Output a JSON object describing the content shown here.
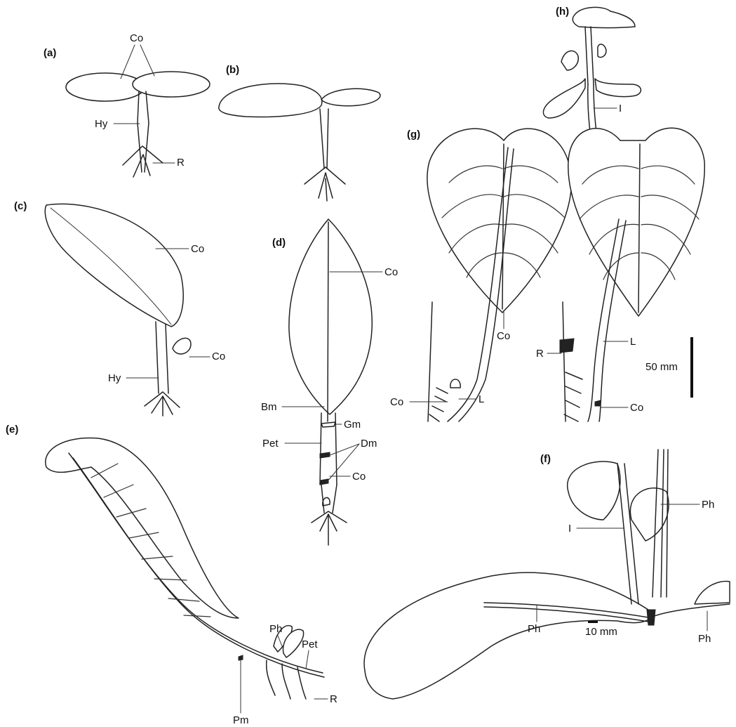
{
  "panels": {
    "a": {
      "tag": "(a)",
      "labels": {
        "co": "Co",
        "hy": "Hy",
        "r": "R"
      }
    },
    "b": {
      "tag": "(b)"
    },
    "c": {
      "tag": "(c)",
      "labels": {
        "co_top": "Co",
        "co_small": "Co",
        "hy": "Hy"
      }
    },
    "d": {
      "tag": "(d)",
      "labels": {
        "co_top": "Co",
        "bm": "Bm",
        "gm": "Gm",
        "pet": "Pet",
        "dm": "Dm",
        "co_bottom": "Co"
      }
    },
    "e": {
      "tag": "(e)",
      "labels": {
        "ph": "Ph",
        "pet": "Pet",
        "pm": "Pm",
        "r": "R"
      }
    },
    "f": {
      "tag": "(f)",
      "labels": {
        "i": "I",
        "ph_top": "Ph",
        "ph_left": "Ph",
        "ph_right": "Ph"
      },
      "scale": "10 mm"
    },
    "g": {
      "tag": "(g)",
      "labels": {
        "co_leaf": "Co",
        "co_low": "Co",
        "l": "L"
      }
    },
    "h": {
      "tag": "(h)",
      "labels": {
        "i": "I",
        "l": "L",
        "r": "R",
        "co": "Co"
      },
      "scale": "50 mm"
    }
  }
}
